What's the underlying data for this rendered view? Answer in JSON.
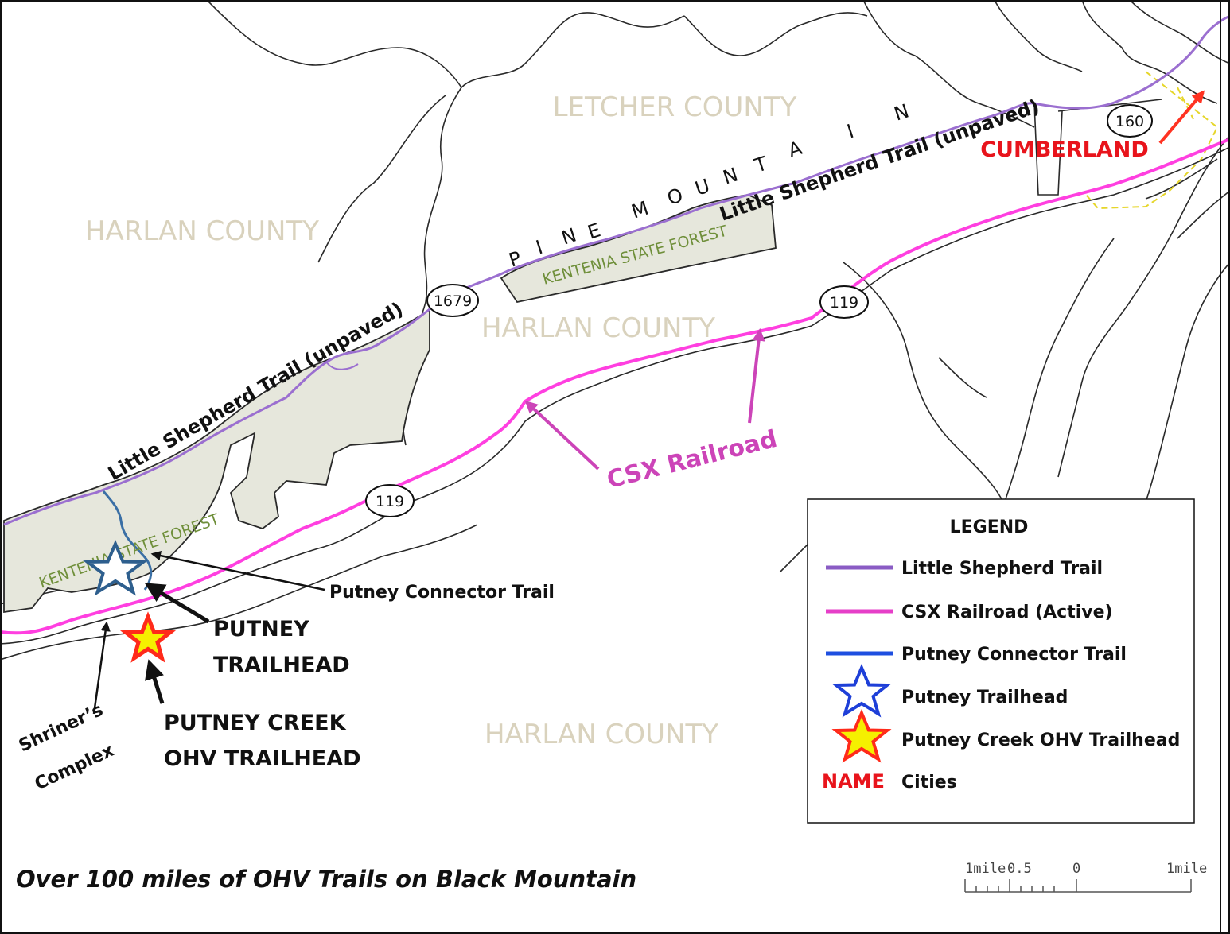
{
  "colors": {
    "little_shepherd_trail": "#9b6fd0",
    "csx_railroad": "#ff3fe0",
    "putney_connector_trail": "#1e4fe0",
    "putney_trailhead_star": "#1e3fd8",
    "ohv_star_outer": "#ff2a1a",
    "ohv_star_inner": "#f5f000",
    "cities": "#e8141c",
    "csx_label": "#cc44b8",
    "forest_fill": "#e6e7dc",
    "county_text": "#d9d2bd"
  },
  "counties": {
    "letcher": "LETCHER COUNTY",
    "harlan_west": "HARLAN COUNTY",
    "harlan_middle": "HARLAN COUNTY",
    "harlan_south": "HARLAN COUNTY"
  },
  "mountain_letters": [
    "P",
    "I",
    "N",
    "E",
    "M",
    "O",
    "U",
    "N",
    "T",
    "A",
    "I",
    "N"
  ],
  "forests": {
    "kentenia_east": "KENTENIA STATE FOREST",
    "kentenia_west": "KENTENIA STATE FOREST"
  },
  "trail_labels": {
    "west": "Little Shepherd Trail  (unpaved)",
    "east": "Little Shepherd Trail (unpaved)"
  },
  "routes": [
    "1679",
    "119",
    "119",
    "160"
  ],
  "city": "CUMBERLAND",
  "callouts": {
    "csx_railroad": "CSX Railroad",
    "putney_connector": "Putney Connector Trail",
    "putney_trailhead": [
      "PUTNEY",
      "TRAILHEAD"
    ],
    "putney_creek": [
      "PUTNEY CREEK",
      "OHV TRAILHEAD"
    ],
    "shriners": [
      "Shriner’s",
      "Complex"
    ]
  },
  "legend": {
    "title": "LEGEND",
    "items": [
      {
        "symbol": "line-purple",
        "label": "Little Shepherd Trail"
      },
      {
        "symbol": "line-magenta",
        "label": "CSX Railroad (Active)"
      },
      {
        "symbol": "line-blue",
        "label": "Putney Connector Trail"
      },
      {
        "symbol": "star-blue",
        "label": "Putney Trailhead"
      },
      {
        "symbol": "star-red-yellow",
        "label": "Putney Creek OHV Trailhead"
      },
      {
        "symbol": "text-name",
        "key_text": "NAME",
        "label": "Cities"
      }
    ]
  },
  "caption": "Over 100 miles of OHV Trails on Black Mountain",
  "scale": {
    "labels": [
      "1mile",
      "0.5",
      "0",
      "1mile"
    ]
  }
}
